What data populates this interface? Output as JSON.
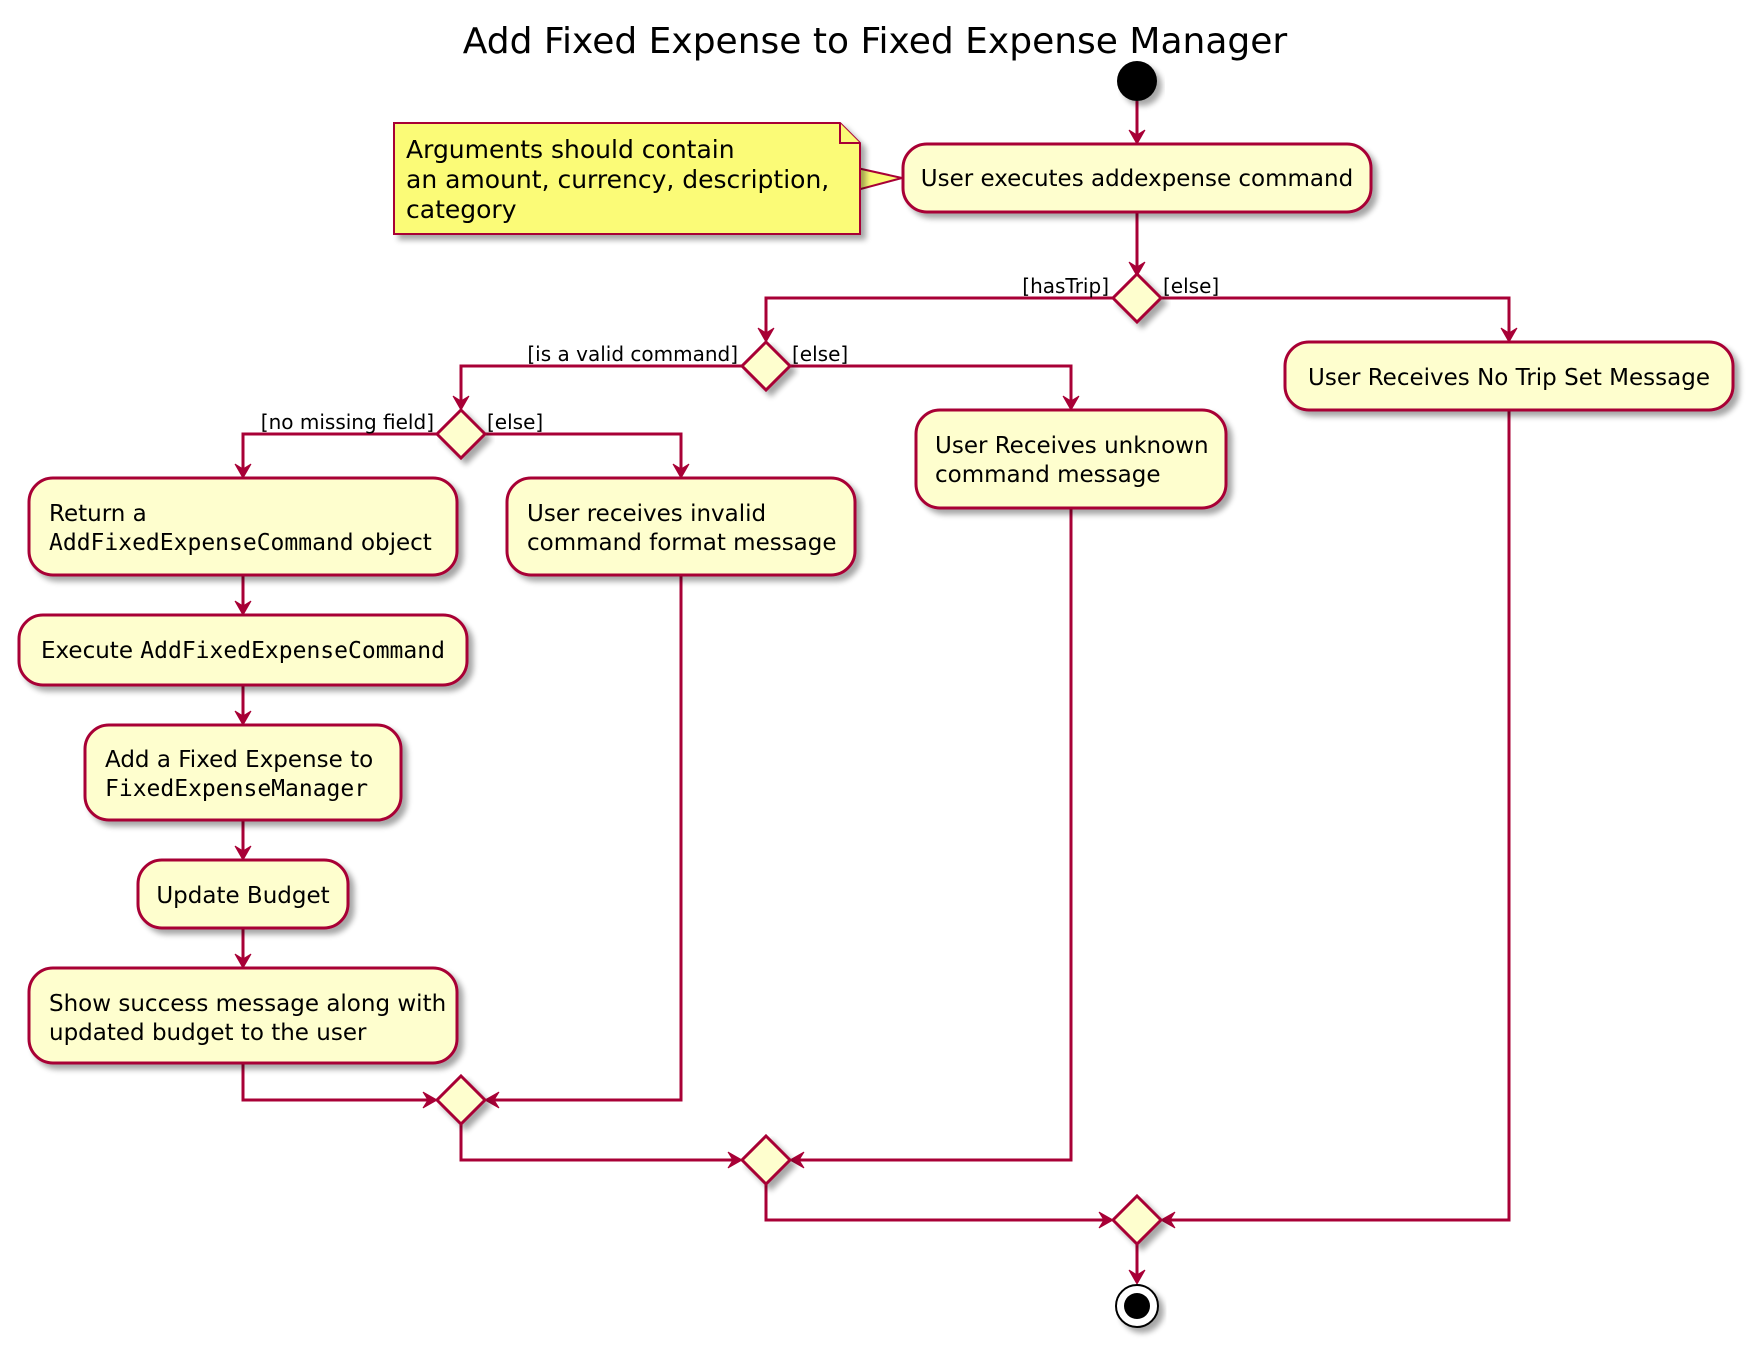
{
  "diagram": {
    "title": "Add Fixed Expense to Fixed Expense Manager",
    "note": {
      "lines": [
        "Arguments should contain",
        "an amount, currency, description,",
        "category"
      ]
    },
    "activities": {
      "user_executes": "User executes addexpense command",
      "no_trip": "User Receives No Trip Set Message",
      "unknown_cmd": [
        "User Receives unknown",
        "command message"
      ],
      "invalid_format": [
        "User receives invalid",
        "command format message"
      ],
      "return_cmd": {
        "line1": "Return a",
        "line2_code": "AddFixedExpenseCommand",
        "line2_text": " object"
      },
      "execute_cmd": {
        "text": "Execute ",
        "code": "AddFixedExpenseCommand"
      },
      "add_expense": {
        "line1": "Add a Fixed Expense to",
        "line2_code": "FixedExpenseManager"
      },
      "update_budget": "Update Budget",
      "show_success": [
        "Show success message along with",
        "updated budget to the user"
      ]
    },
    "guards": {
      "has_trip": "[hasTrip]",
      "has_trip_else": "[else]",
      "valid_command": "[is a valid command]",
      "valid_command_else": "[else]",
      "no_missing_field": "[no missing field]",
      "no_missing_field_else": "[else]"
    },
    "colors": {
      "activity_fill": "#FEFECE",
      "border": "#A80036",
      "note_fill": "#FBFB77",
      "node": "#000000"
    }
  }
}
